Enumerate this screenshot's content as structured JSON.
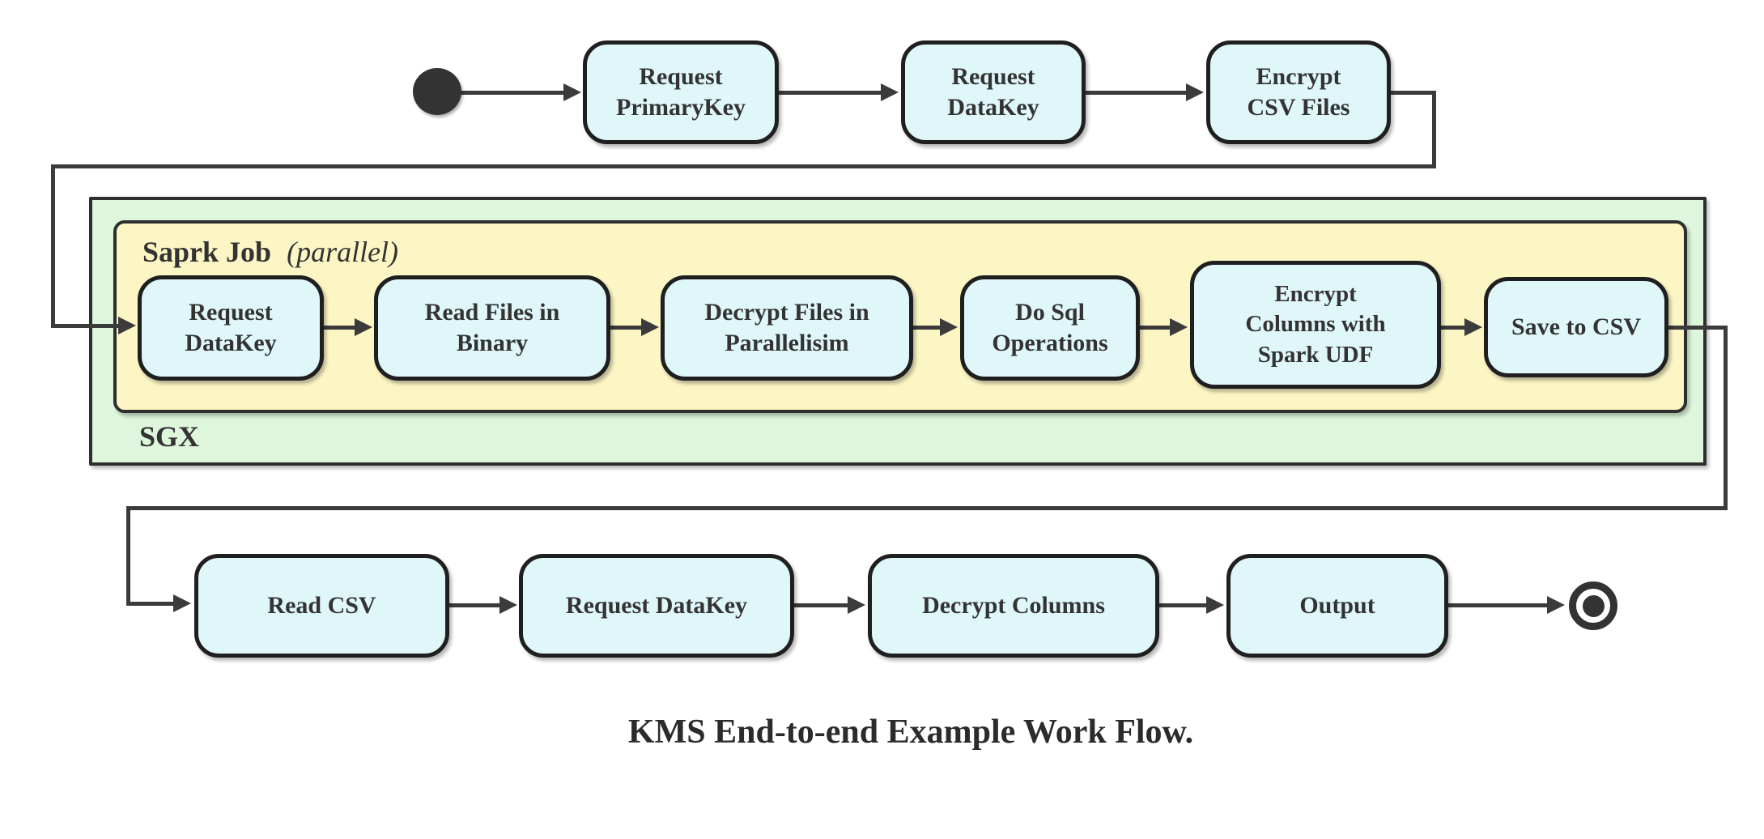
{
  "diagram": {
    "caption": "KMS End-to-end Example Work Flow.",
    "colors": {
      "node_fill": "#e0f7fa",
      "spark_container_fill": "#fcf6c5",
      "sgx_container_fill": "#ddf6dc",
      "line": "#3b3b3b"
    },
    "containers": {
      "sgx_label": "SGX",
      "spark_label_bold": "Saprk Job",
      "spark_label_italic": "(parallel)"
    },
    "nodes": {
      "top": [
        {
          "label": "Request\nPrimaryKey"
        },
        {
          "label": "Request\nDataKey"
        },
        {
          "label": "Encrypt\nCSV Files"
        }
      ],
      "sgx": [
        {
          "label": "Request\nDataKey"
        },
        {
          "label": "Read Files in\nBinary"
        },
        {
          "label": "Decrypt Files in\nParallelisim"
        },
        {
          "label": "Do Sql\nOperations"
        },
        {
          "label": "Encrypt\nColumns with\nSpark UDF"
        },
        {
          "label": "Save to CSV"
        }
      ],
      "bottom": [
        {
          "label": "Read CSV"
        },
        {
          "label": "Request DataKey"
        },
        {
          "label": "Decrypt Columns"
        },
        {
          "label": "Output"
        }
      ]
    }
  }
}
